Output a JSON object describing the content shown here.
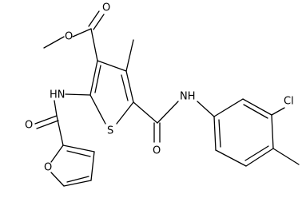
{
  "molecule": {
    "atom_labels": {
      "ester_carbonyl_O": "O",
      "ester_ether_O": "O",
      "ring_S": "S",
      "amide_NH_left": "HN",
      "furan_carbonyl_O": "O",
      "furan_O": "O",
      "amide_NH_right": "NH",
      "amide_carbonyl_O": "O",
      "chlorine": "Cl"
    }
  }
}
